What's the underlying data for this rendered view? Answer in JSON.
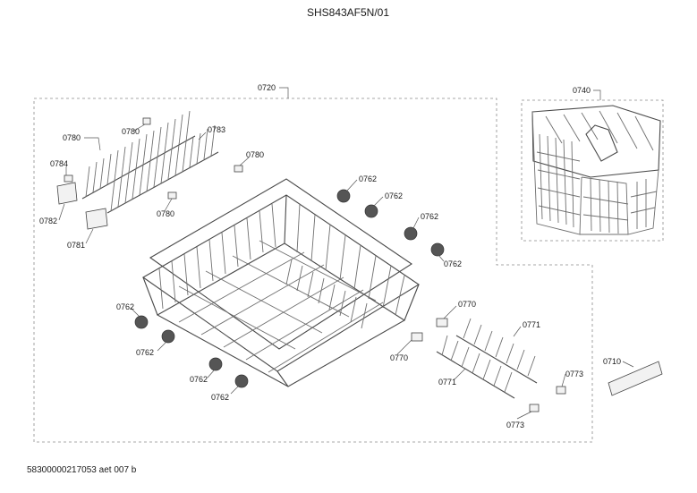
{
  "header": {
    "model": "SHS843AF5N/01"
  },
  "footer": {
    "doc_id": "58300000217053 aet 007 b"
  },
  "groups": {
    "rack": "0720",
    "cutlery_basket": "0740"
  },
  "callouts": {
    "c0780a": "0780",
    "c0780b": "0780",
    "c0780c": "0780",
    "c0780d": "0780",
    "c0783": "0783",
    "c0784": "0784",
    "c0782": "0782",
    "c0781": "0781",
    "w1": "0762",
    "w2": "0762",
    "w3": "0762",
    "w4": "0762",
    "w5": "0762",
    "w6": "0762",
    "w7": "0762",
    "w8": "0762",
    "c0770a": "0770",
    "c0770b": "0770",
    "c0771a": "0771",
    "c0771b": "0771",
    "c0773a": "0773",
    "c0773b": "0773",
    "c0710": "0710"
  }
}
